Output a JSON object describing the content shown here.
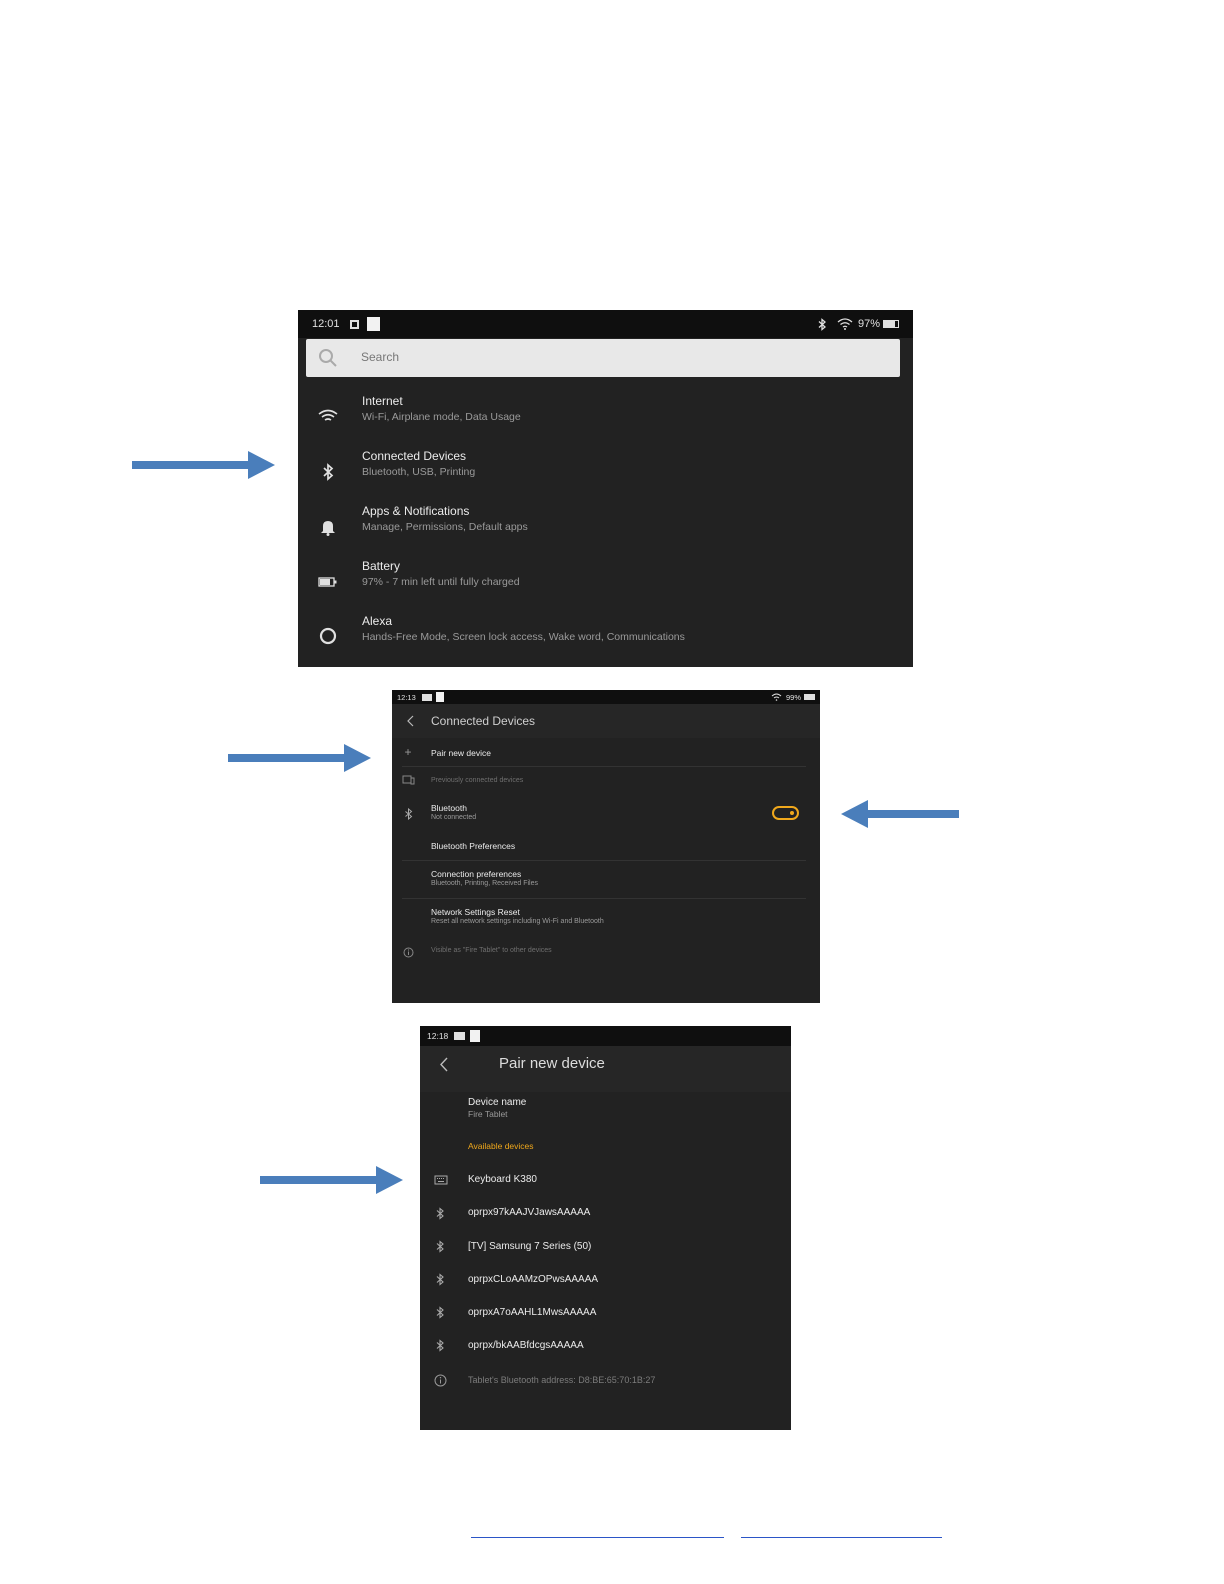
{
  "colors": {
    "arrow": "#4a7ebb",
    "accent_orange": "#f0a81c",
    "panel_bg": "#222222",
    "status_bg": "#0f0f0f"
  },
  "settings_screen": {
    "status": {
      "time": "12:01",
      "battery": "97%"
    },
    "search_placeholder": "Search",
    "items": [
      {
        "icon": "wifi-icon",
        "title": "Internet",
        "subtitle": "Wi-Fi, Airplane mode, Data Usage"
      },
      {
        "icon": "bluetooth-icon",
        "title": "Connected Devices",
        "subtitle": "Bluetooth, USB, Printing"
      },
      {
        "icon": "bell-icon",
        "title": "Apps & Notifications",
        "subtitle": "Manage, Permissions, Default apps"
      },
      {
        "icon": "battery-icon",
        "title": "Battery",
        "subtitle": "97% - 7 min left until fully charged"
      },
      {
        "icon": "alexa-icon",
        "title": "Alexa",
        "subtitle": "Hands-Free Mode, Screen lock access, Wake word, Communications"
      }
    ]
  },
  "connected_devices_screen": {
    "status": {
      "time": "12:13",
      "battery": "99%"
    },
    "title": "Connected Devices",
    "pair_new_device": "Pair new device",
    "previously_connected": "Previously connected devices",
    "bluetooth": {
      "title": "Bluetooth",
      "subtitle": "Not connected",
      "toggle_on": true
    },
    "bluetooth_preferences": "Bluetooth Preferences",
    "connection_preferences": {
      "title": "Connection preferences",
      "subtitle": "Bluetooth, Printing, Received Files"
    },
    "network_reset": {
      "title": "Network Settings Reset",
      "subtitle": "Reset all network settings including Wi-Fi and Bluetooth"
    },
    "visible_as": "Visible as \"Fire Tablet\" to other devices"
  },
  "pair_screen": {
    "status": {
      "time": "12:18"
    },
    "title": "Pair new device",
    "device_name_label": "Device name",
    "device_name_value": "Fire Tablet",
    "available_header": "Available devices",
    "devices": [
      {
        "icon": "keyboard-icon",
        "name": "Keyboard K380"
      },
      {
        "icon": "bluetooth-icon",
        "name": "oprpx97kAAJVJawsAAAAA"
      },
      {
        "icon": "bluetooth-icon",
        "name": "[TV] Samsung 7 Series (50)"
      },
      {
        "icon": "bluetooth-icon",
        "name": "oprpxCLoAAMzOPwsAAAAA"
      },
      {
        "icon": "bluetooth-icon",
        "name": "oprpxA7oAAHL1MwsAAAAA"
      },
      {
        "icon": "bluetooth-icon",
        "name": "oprpx/bkAABfdcgsAAAAA"
      }
    ],
    "bt_address": "Tablet's Bluetooth address: D8:BE:65:70:1B:27"
  }
}
